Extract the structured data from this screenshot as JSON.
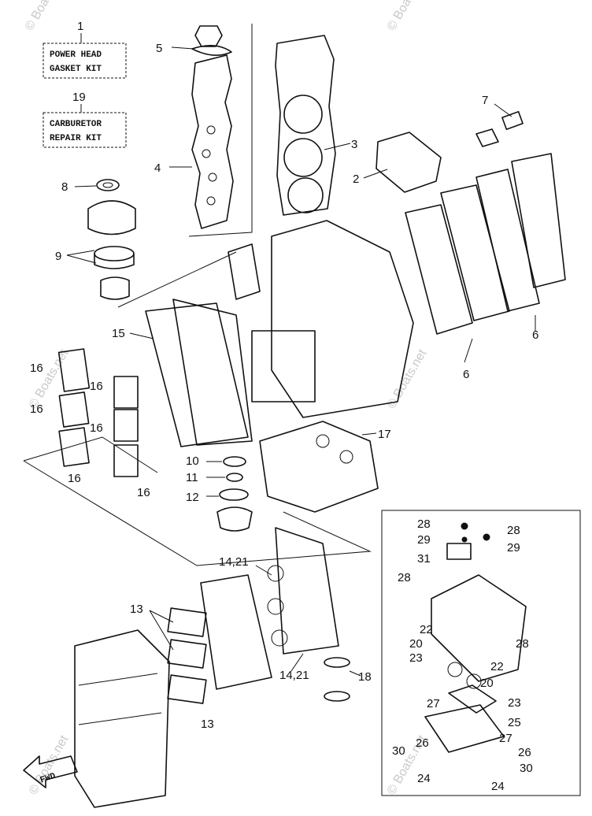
{
  "kits": {
    "power_head": {
      "ref": "1",
      "line1": "POWER HEAD",
      "line2": "GASKET KIT"
    },
    "carburetor": {
      "ref": "19",
      "line1": "CARBURETOR",
      "line2": "REPAIR KIT"
    }
  },
  "watermark": "© Boats.net",
  "fwd": "FWD",
  "callouts": {
    "c2": "2",
    "c3": "3",
    "c4": "4",
    "c5": "5",
    "c6a": "6",
    "c6b": "6",
    "c7": "7",
    "c8": "8",
    "c9": "9",
    "c10": "10",
    "c11": "11",
    "c12": "12",
    "c13a": "13",
    "c13b": "13",
    "c1421a": "14,21",
    "c1421b": "14,21",
    "c15": "15",
    "c16a": "16",
    "c16b": "16",
    "c16c": "16",
    "c16d": "16",
    "c16e": "16",
    "c17": "17",
    "c18": "18",
    "c19": "19",
    "c20a": "20",
    "c20b": "20",
    "c22a": "22",
    "c22b": "22",
    "c23a": "23",
    "c23b": "23",
    "c24a": "24",
    "c24b": "24",
    "c25": "25",
    "c26a": "26",
    "c26b": "26",
    "c27a": "27",
    "c27b": "27",
    "c28a": "28",
    "c28b": "28",
    "c28c": "28",
    "c28d": "28",
    "c29a": "29",
    "c29b": "29",
    "c30a": "30",
    "c30b": "30",
    "c31": "31"
  }
}
